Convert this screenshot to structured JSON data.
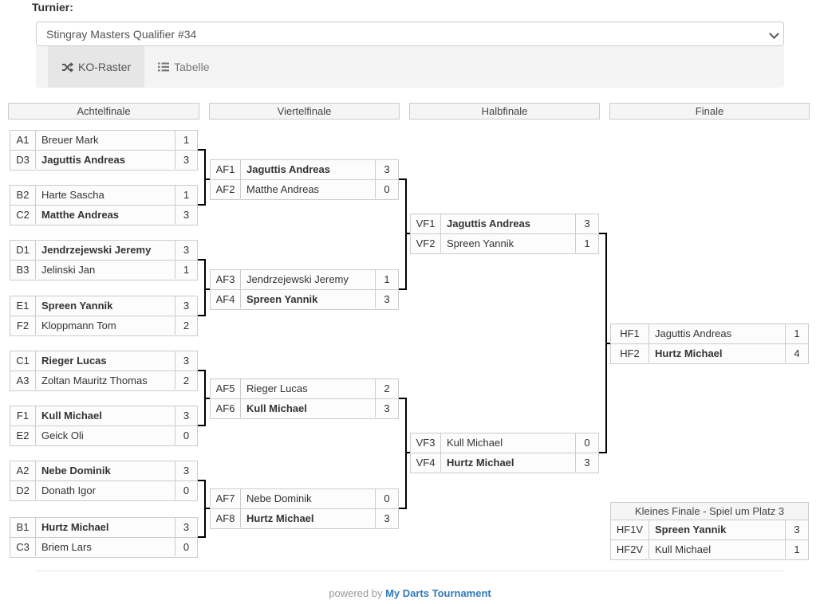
{
  "header": {
    "turnier_label": "Turnier:",
    "tournament_name": "Stingray Masters Qualifier #34",
    "tabs": [
      {
        "label": "KO-Raster",
        "icon": "shuffle-icon",
        "active": true
      },
      {
        "label": "Tabelle",
        "icon": "list-icon",
        "active": false
      }
    ]
  },
  "bracket": {
    "rounds": [
      {
        "title": "Achtelfinale",
        "matches": [
          {
            "rows": [
              {
                "code": "A1",
                "name": "Breuer Mark",
                "score": "1",
                "winner": false
              },
              {
                "code": "D3",
                "name": "Jaguttis Andreas",
                "score": "3",
                "winner": true
              }
            ]
          },
          {
            "rows": [
              {
                "code": "B2",
                "name": "Harte Sascha",
                "score": "1",
                "winner": false
              },
              {
                "code": "C2",
                "name": "Matthe Andreas",
                "score": "3",
                "winner": true
              }
            ]
          },
          {
            "rows": [
              {
                "code": "D1",
                "name": "Jendrzejewski Jeremy",
                "score": "3",
                "winner": true
              },
              {
                "code": "B3",
                "name": "Jelinski Jan",
                "score": "1",
                "winner": false
              }
            ]
          },
          {
            "rows": [
              {
                "code": "E1",
                "name": "Spreen Yannik",
                "score": "3",
                "winner": true
              },
              {
                "code": "F2",
                "name": "Kloppmann Tom",
                "score": "2",
                "winner": false
              }
            ]
          },
          {
            "rows": [
              {
                "code": "C1",
                "name": "Rieger Lucas",
                "score": "3",
                "winner": true
              },
              {
                "code": "A3",
                "name": "Zoltan Mauritz Thomas",
                "score": "2",
                "winner": false
              }
            ]
          },
          {
            "rows": [
              {
                "code": "F1",
                "name": "Kull Michael",
                "score": "3",
                "winner": true
              },
              {
                "code": "E2",
                "name": "Geick Oli",
                "score": "0",
                "winner": false
              }
            ]
          },
          {
            "rows": [
              {
                "code": "A2",
                "name": "Nebe Dominik",
                "score": "3",
                "winner": true
              },
              {
                "code": "D2",
                "name": "Donath Igor",
                "score": "0",
                "winner": false
              }
            ]
          },
          {
            "rows": [
              {
                "code": "B1",
                "name": "Hurtz Michael",
                "score": "3",
                "winner": true
              },
              {
                "code": "C3",
                "name": "Briem Lars",
                "score": "0",
                "winner": false
              }
            ]
          }
        ]
      },
      {
        "title": "Viertelfinale",
        "matches": [
          {
            "rows": [
              {
                "code": "AF1",
                "name": "Jaguttis Andreas",
                "score": "3",
                "winner": true
              },
              {
                "code": "AF2",
                "name": "Matthe Andreas",
                "score": "0",
                "winner": false
              }
            ]
          },
          {
            "rows": [
              {
                "code": "AF3",
                "name": "Jendrzejewski Jeremy",
                "score": "1",
                "winner": false
              },
              {
                "code": "AF4",
                "name": "Spreen Yannik",
                "score": "3",
                "winner": true
              }
            ]
          },
          {
            "rows": [
              {
                "code": "AF5",
                "name": "Rieger Lucas",
                "score": "2",
                "winner": false
              },
              {
                "code": "AF6",
                "name": "Kull Michael",
                "score": "3",
                "winner": true
              }
            ]
          },
          {
            "rows": [
              {
                "code": "AF7",
                "name": "Nebe Dominik",
                "score": "0",
                "winner": false
              },
              {
                "code": "AF8",
                "name": "Hurtz Michael",
                "score": "3",
                "winner": true
              }
            ]
          }
        ]
      },
      {
        "title": "Halbfinale",
        "matches": [
          {
            "rows": [
              {
                "code": "VF1",
                "name": "Jaguttis Andreas",
                "score": "3",
                "winner": true
              },
              {
                "code": "VF2",
                "name": "Spreen Yannik",
                "score": "1",
                "winner": false
              }
            ]
          },
          {
            "rows": [
              {
                "code": "VF3",
                "name": "Kull Michael",
                "score": "0",
                "winner": false
              },
              {
                "code": "VF4",
                "name": "Hurtz Michael",
                "score": "3",
                "winner": true
              }
            ]
          }
        ]
      },
      {
        "title": "Finale",
        "matches": [
          {
            "rows": [
              {
                "code": "HF1",
                "name": "Jaguttis Andreas",
                "score": "1",
                "winner": false
              },
              {
                "code": "HF2",
                "name": "Hurtz Michael",
                "score": "4",
                "winner": true
              }
            ]
          }
        ]
      }
    ],
    "third_place": {
      "title": "Kleines Finale - Spiel um Platz 3",
      "rows": [
        {
          "code": "HF1V",
          "name": "Spreen Yannik",
          "score": "3",
          "winner": true
        },
        {
          "code": "HF2V",
          "name": "Kull Michael",
          "score": "1",
          "winner": false
        }
      ]
    }
  },
  "footer": {
    "powered_by": "powered by",
    "brand": "My Darts Tournament"
  },
  "colors": {
    "link_blue": "#337ab7",
    "connector": "#000000",
    "cell_border": "#cccccc",
    "header_bg": "#f5f5f5",
    "active_tab_bg": "#e6e6e6"
  }
}
